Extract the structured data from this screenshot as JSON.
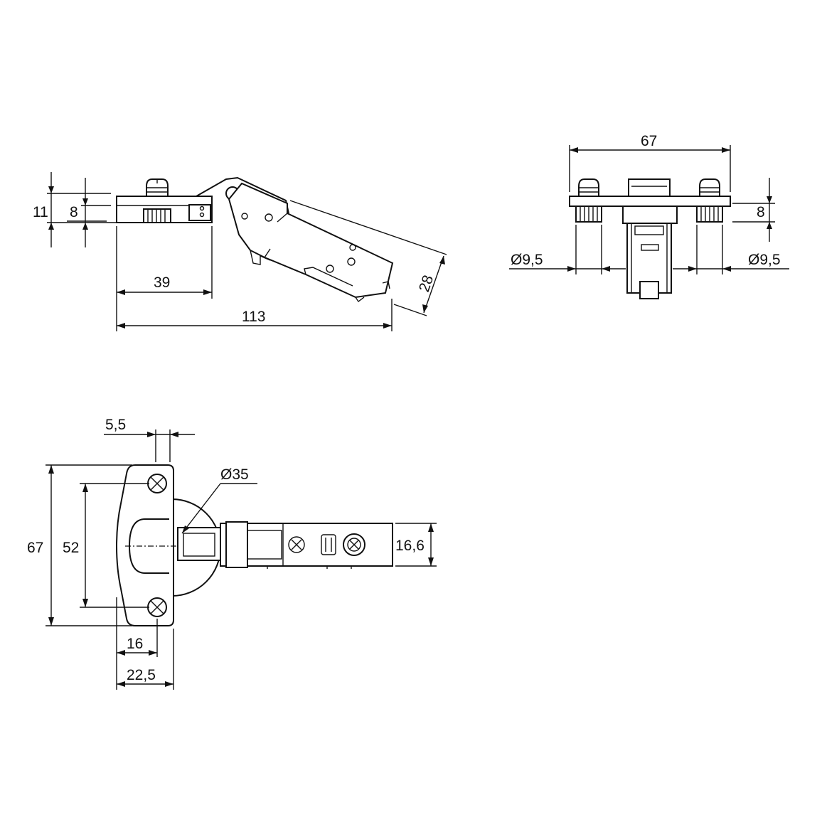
{
  "colors": {
    "line": "#111111",
    "background": "#ffffff"
  },
  "side_view": {
    "dims": {
      "height_total": "11",
      "plate_thickness": "8",
      "cup_offset": "39",
      "overall_length": "113",
      "arm_height": "28"
    }
  },
  "front_view": {
    "dims": {
      "plate_width": "67",
      "plate_height": "8",
      "boss_left": "Ø9,5",
      "boss_right": "Ø9,5"
    }
  },
  "top_view": {
    "dims": {
      "edge_distance": "5,5",
      "cup_diameter": "Ø35",
      "plate_length": "67",
      "screw_spacing": "52",
      "arm_width": "16,6",
      "inner_offset": "16",
      "outer_offset": "22,5"
    }
  }
}
